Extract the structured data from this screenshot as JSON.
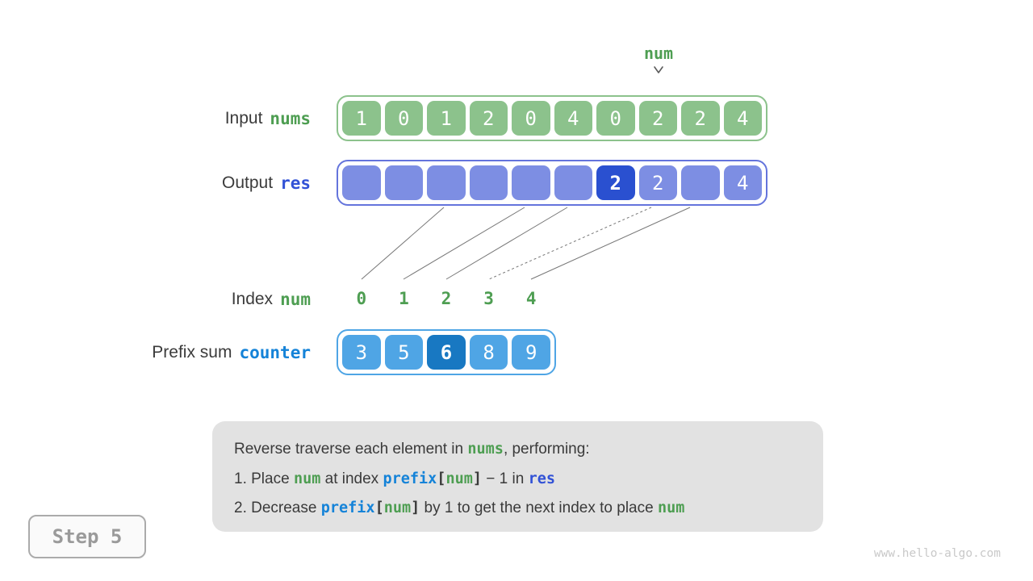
{
  "pointer": {
    "label": "num"
  },
  "rows": {
    "input": {
      "label_plain": "Input",
      "label_code": "nums",
      "cells": [
        "1",
        "0",
        "1",
        "2",
        "0",
        "4",
        "0",
        "2",
        "2",
        "4"
      ],
      "pointer_index": 7
    },
    "output": {
      "label_plain": "Output",
      "label_code": "res",
      "cells": [
        "",
        "",
        "",
        "",
        "",
        "",
        "2",
        "2",
        "",
        "4"
      ],
      "highlight_index": 6
    },
    "index": {
      "label_plain": "Index",
      "label_code": "num",
      "values": [
        "0",
        "1",
        "2",
        "3",
        "4"
      ]
    },
    "counter": {
      "label_plain": "Prefix sum",
      "label_code": "counter",
      "cells": [
        "3",
        "5",
        "6",
        "8",
        "9"
      ],
      "highlight_index": 2
    }
  },
  "connections": {
    "description": "lines from index labels to res positions",
    "pairs": [
      {
        "from_index": "0",
        "to_res_cell": 2,
        "dashed": false
      },
      {
        "from_index": "1",
        "to_res_cell": 4,
        "dashed": false
      },
      {
        "from_index": "2",
        "to_res_cell": 5,
        "dashed": false
      },
      {
        "from_index": "3",
        "to_res_cell": 7,
        "dashed": true
      },
      {
        "from_index": "4",
        "to_res_cell": 8,
        "dashed": false
      }
    ]
  },
  "note": {
    "intro": {
      "t1": "Reverse traverse each element in ",
      "code1": "nums",
      "t2": ", performing:"
    },
    "step1": {
      "t1": "1. Place ",
      "code1": "num",
      "t2": " at index ",
      "code2": "prefix",
      "br1": "[",
      "code3": "num",
      "br2": "]",
      "t3": " − 1 in ",
      "code4": "res"
    },
    "step2": {
      "t1": "2. Decrease ",
      "code1": "prefix",
      "br1": "[",
      "code2": "num",
      "br2": "]",
      "t2": " by 1 to get the next index to place ",
      "code3": "num"
    }
  },
  "footer": {
    "step_label": "Step 5",
    "watermark": "www.hello-algo.com"
  },
  "colors": {
    "green_cell": "#8cc28c",
    "green_text": "#4e9e52",
    "res_cell": "#7d8ee3",
    "res_border": "#6474dc",
    "res_highlight": "#2a50d0",
    "res_text": "#3252d6",
    "counter_cell": "#4fa5e5",
    "counter_highlight": "#1878c2",
    "counter_text": "#1583d8",
    "note_bg": "#e2e2e2",
    "dark_text": "#3a3a3a",
    "line_gray": "#777777"
  }
}
